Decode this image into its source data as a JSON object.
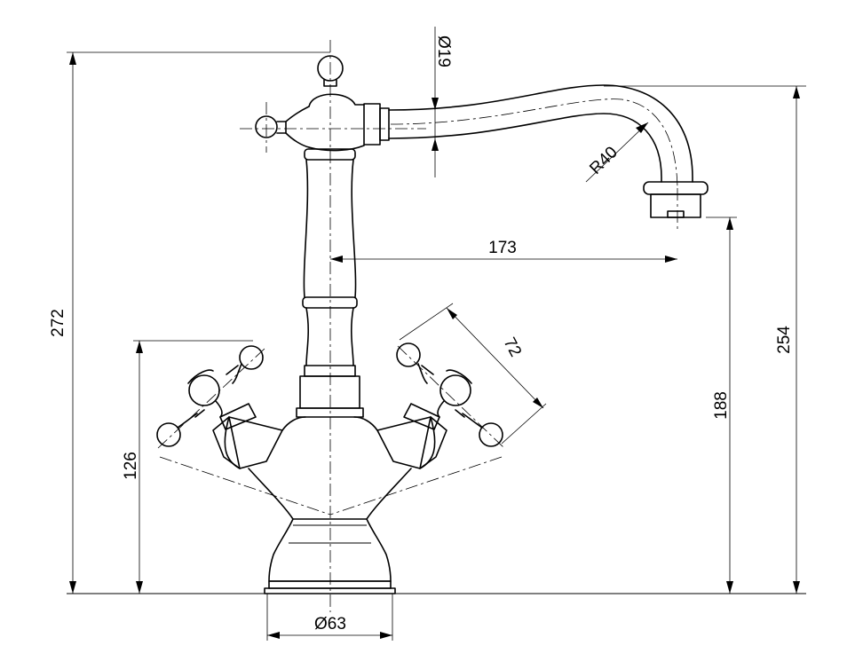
{
  "drawing": {
    "dimensions": {
      "total_height": "272",
      "spout_height": "254",
      "outlet_height": "188",
      "handle_height": "126",
      "spout_reach": "173",
      "handle_span": "72",
      "spout_diameter": "Ø19",
      "bend_radius": "R40",
      "base_diameter": "Ø63"
    }
  }
}
